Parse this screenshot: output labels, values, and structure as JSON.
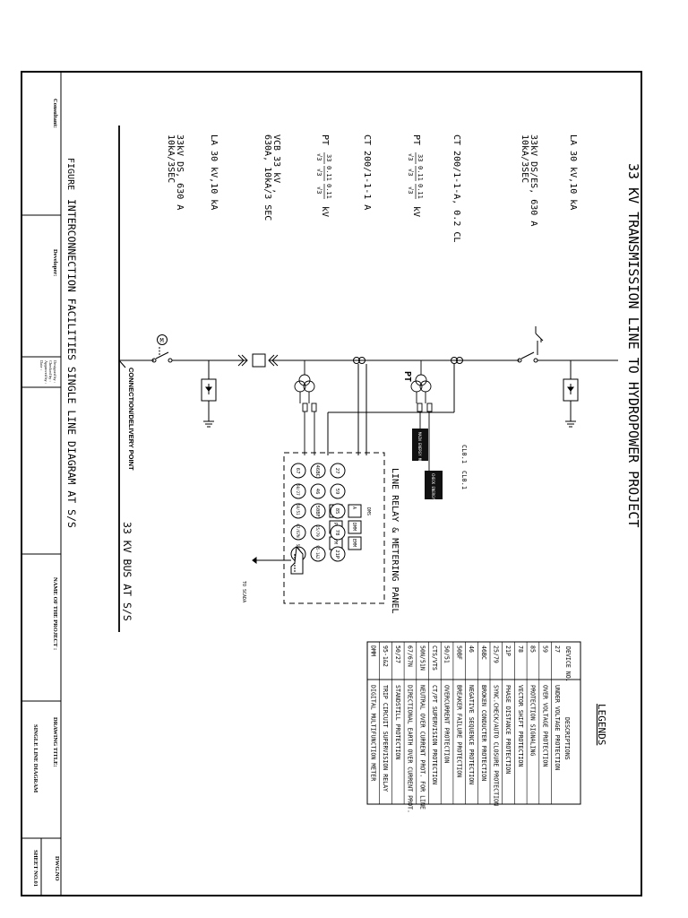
{
  "drawing": {
    "main_title": "33 KV TRANSMISSION LINE TO HYDROPOWER PROJECT",
    "figure_label": "FIGURE",
    "figure_caption": "INTERCONNECTION FACILITIES SINGLE LINE DIAGRAM AT S/S",
    "bus_label": "33 KV BUS AT S/S",
    "delivery_point": "CONNECTION/DELIVERY POINT",
    "panel_label": "LINE RELAY & METERING PANEL",
    "scada_label": "TO SCADA",
    "pt_label": "PT",
    "cl_label_1": "CL0.1",
    "cl_label_2": "CL0.1",
    "main_meter": "MAIN ENERGY METER",
    "check_meter": "CHECK ENERGY METER",
    "motor_symbol": "M",
    "dms_label": "DMS"
  },
  "annotations": {
    "la_top": "LA 30 kV,10 kA",
    "ds_top_1": "33kV DS/ES, 630 A",
    "ds_top_2": "10kA/3SEC",
    "ct_1": "CT 200/1-1-A, 0.2 CL",
    "pt_1_prefix": "PT",
    "pt_1_suffix": "kV",
    "ct_2": "CT 200/1-1-1 A",
    "pt_2_prefix": "PT",
    "pt_2_suffix": "kV",
    "vcb_1": "VCB 33 kV ,",
    "vcb_2": "630A, 10kA/3 SEC",
    "la_bottom": "LA 30 kV,10 kA",
    "ds_bottom_1": "33kV DS, 630 A",
    "ds_bottom_2": "10kA/3SEC"
  },
  "pt_ratio": {
    "num_1": "33",
    "num_2": "0.11",
    "num_3": "0.11",
    "den": "√3"
  },
  "relays": {
    "row_a": [
      "27",
      "59",
      "85",
      "78",
      "21P"
    ],
    "row_b": [
      "46BC",
      "46",
      "50BF",
      "25/79",
      "95-1&2"
    ],
    "row_c": [
      "67",
      "50/27",
      "50/51",
      "67/67N",
      "50N/51N"
    ]
  },
  "meters": [
    "A",
    "DMM",
    "EMM",
    "V",
    "PF",
    "FM"
  ],
  "legend": {
    "title": "LEGENDS",
    "col_device": "DEVICE NO.",
    "col_description": "DESCRIPTIONS",
    "rows": [
      {
        "no": "27",
        "desc": "UNDER VOLTAGE PROTECTION"
      },
      {
        "no": "59",
        "desc": "OVER VOLTAGE PROTECTION"
      },
      {
        "no": "85",
        "desc": "PROTECTION SIGNALING"
      },
      {
        "no": "78",
        "desc": "VECTOR SHIFT PROTECTION"
      },
      {
        "no": "21P",
        "desc": "PHASE DISTANCE PROTECTION"
      },
      {
        "no": "25/79",
        "desc": "SYNC.CHECK/AUTO CLOSURE PROTECTION"
      },
      {
        "no": "46BC",
        "desc": "BROKEN CONDUCTER PROTECTION"
      },
      {
        "no": "46",
        "desc": "NEGATIVE SEQUENCE PROTECTION"
      },
      {
        "no": "50BF",
        "desc": "BREAKER FAILURE PROTECTION"
      },
      {
        "no": "50/51",
        "desc": "OVERCURRENT PROTECTION"
      },
      {
        "no": "CTS/VTS",
        "desc": "CT/PT SUPERVISION PROTECTION"
      },
      {
        "no": "50N/51N",
        "desc": "NEUTRAL OVER CURRENT PROT. FOR LINE"
      },
      {
        "no": "67/67N",
        "desc": "DIRECTIONAL EARTH OVER CURRENT PROT."
      },
      {
        "no": "50/27",
        "desc": "STANDSTILL PROTECTION"
      },
      {
        "no": "95-1&2",
        "desc": "TRIP CIRCUIT SUPERVISION RELAY"
      },
      {
        "no": "DMM",
        "desc": "DIGITAL MULTIFUNCTION METER"
      }
    ]
  },
  "title_block": {
    "consultant": "Consultant:",
    "developer": "Developer:",
    "designed_by": "Designed by :",
    "checked_by": "Checked by :",
    "approved_by": "Approved by :",
    "date": "Date :",
    "project_name_label": "NAME OF THE PROJECT :",
    "drawing_title_label": "DRAWING TITLE:",
    "drawing_title": "SINGLE LINE DIAGRAM",
    "dwg_no_label": "DWG.NO",
    "sheet_label": "SHEET NO.01"
  }
}
